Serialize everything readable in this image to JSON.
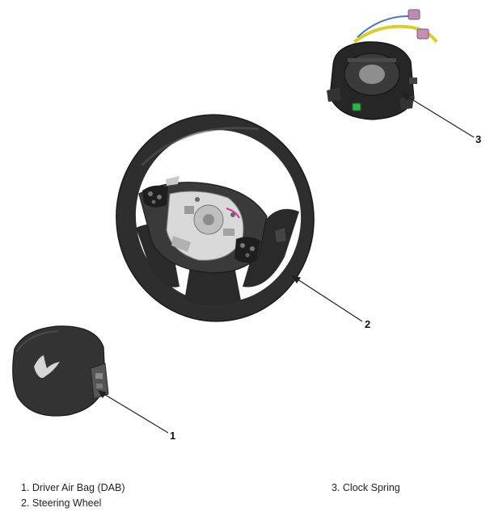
{
  "callouts": {
    "c1": "1",
    "c2": "2",
    "c3": "3"
  },
  "legend": {
    "item1": "1. Driver Air Bag (DAB)",
    "item2": "2. Steering Wheel",
    "item3": "3. Clock Spring"
  },
  "colors": {
    "rubber": "#2b2b2b",
    "wire_yellow": "#d8cf2a",
    "connector_pink": "#c58fb5",
    "connector_green": "#2fb34b"
  }
}
